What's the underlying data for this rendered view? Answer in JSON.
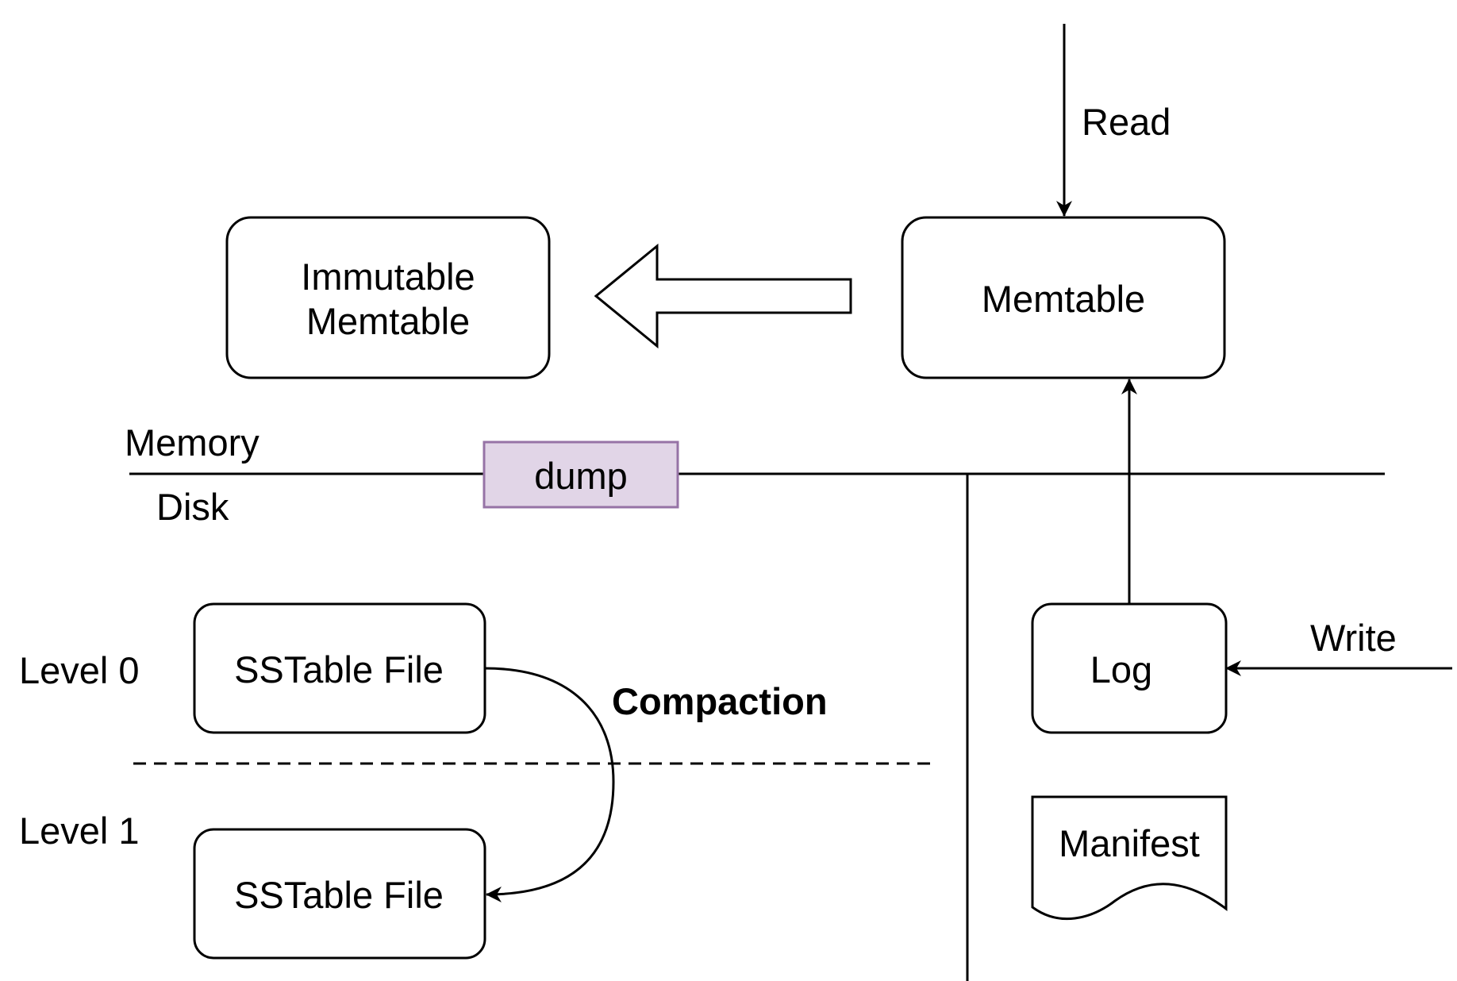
{
  "colors": {
    "stroke": "#000000",
    "box_fill": "#ffffff",
    "dump_fill": "#e1d5e7",
    "dump_stroke": "#9673a6"
  },
  "nodes": {
    "immutable_memtable": {
      "line1": "Immutable",
      "line2": "Memtable"
    },
    "memtable": "Memtable",
    "dump": "dump",
    "sstable_level0": "SSTable File",
    "sstable_level1": "SSTable File",
    "log": "Log",
    "manifest": "Manifest"
  },
  "labels": {
    "read": "Read",
    "write": "Write",
    "memory": "Memory",
    "disk": "Disk",
    "level0": "Level 0",
    "level1": "Level 1",
    "compaction": "Compaction"
  }
}
